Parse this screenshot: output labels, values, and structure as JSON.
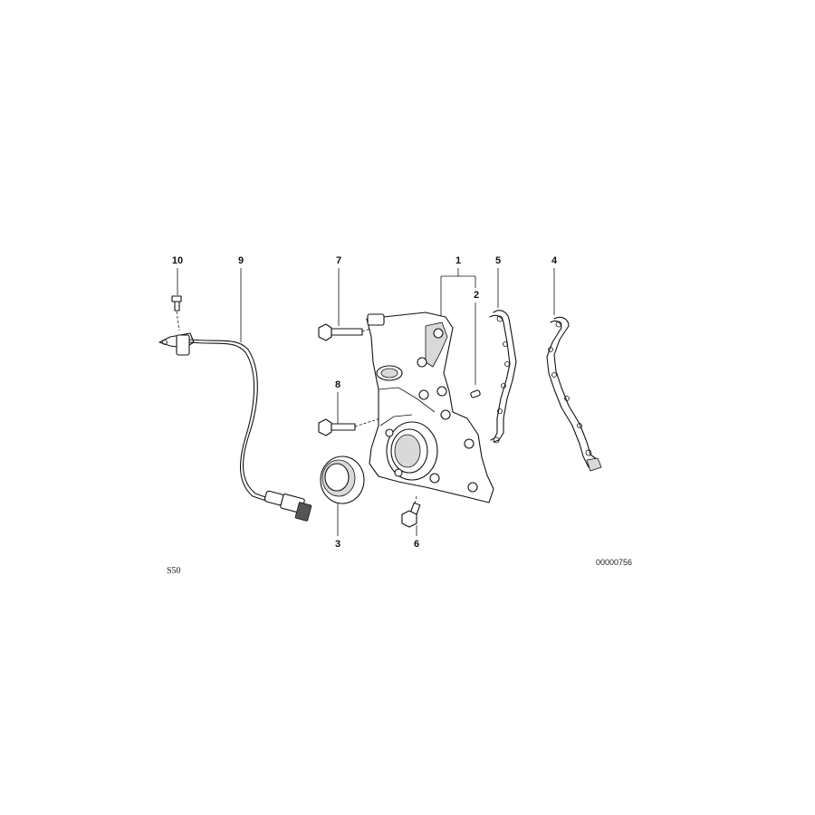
{
  "diagram": {
    "callouts": [
      {
        "id": "1",
        "label": "1"
      },
      {
        "id": "2",
        "label": "2"
      },
      {
        "id": "3",
        "label": "3"
      },
      {
        "id": "4",
        "label": "4"
      },
      {
        "id": "5",
        "label": "5"
      },
      {
        "id": "6",
        "label": "6"
      },
      {
        "id": "7",
        "label": "7"
      },
      {
        "id": "8",
        "label": "8"
      },
      {
        "id": "9",
        "label": "9"
      },
      {
        "id": "10",
        "label": "10"
      }
    ],
    "footer_left": "S50",
    "footer_right": "00000756"
  }
}
